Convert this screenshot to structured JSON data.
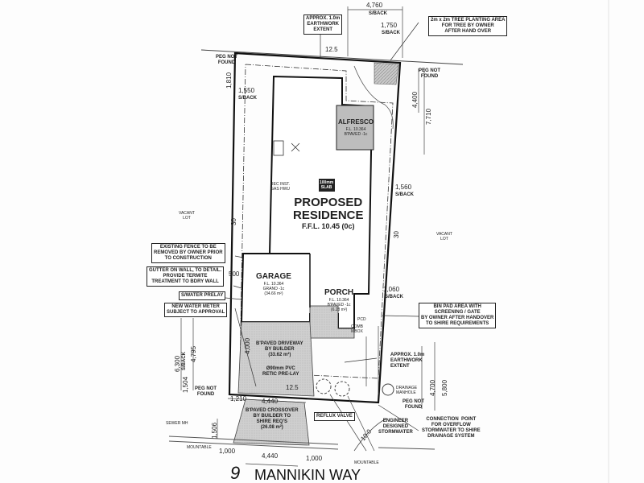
{
  "plan": {
    "street_number": "9",
    "street_name": "MANNIKIN WAY",
    "residence": {
      "title_line1": "PROPOSED",
      "title_line2": "RESIDENCE",
      "ffl": "F.F.L. 10.45 (0c)"
    },
    "slab": {
      "line1": "100mm",
      "line2": "SLAB"
    },
    "hwu": "REC INST.\nGAS HWU",
    "alfresco": {
      "name": "ALFRESCO",
      "fl": "F.L. 10.364",
      "finish": "B'PAVED -1c"
    },
    "garage": {
      "name": "GARAGE",
      "fl": "F.L. 10.364",
      "finish": "GRANO -1c",
      "area": "(34.66 m²)"
    },
    "porch": {
      "name": "PORCH",
      "fl": "F.L. 10.364",
      "finish": "B'PAVED -1c",
      "area": "(6.28 m²)"
    },
    "driveway": "B'PAVED DRIVEWAY\nBY BUILDER\n(33.62 m²)",
    "crossover": "B'PAVED CROSSOVER\nBY BUILDER TO\nSHIRE REQ'S\n(26.08 m²)",
    "pvc": "Ø90mm PVC\nRETIC PRE-LAY",
    "pcd": "PCD",
    "comb_mbox": "COMB\nMBOX",
    "vacant_lot": "VACANT\nLOT",
    "mountable": "MOUNTABLE",
    "sewer_mh": "SEWER MH",
    "drainage": "DRAINAGE\nMANHOLE"
  },
  "callouts": {
    "earthwork_top": "APPROX. 1.0m\nEARTHWORK\nEXTENT",
    "tree": "2m x 2m TREE PLANTING AREA\nFOR TREE BY OWNER\nAFTER HAND OVER",
    "fence": "EXISTING FENCE TO BE\nREMOVED BY OWNER PRIOR\nTO CONSTRUCTION",
    "gutter": "GUTTER ON WALL, TO DETAIL.\nPROVIDE TERMITE\nTREATMENT TO BDRY WALL",
    "swater": "S/WATER PRELAY",
    "water_meter": "NEW WATER METER\nSUBJECT TO APPROVAL",
    "bin_pad": "BIN PAD AREA WITH\nSCREENING / GATE\nBY OWNER AFTER HANDOVER\nTO SHIRE REQUIREMENTS",
    "earthwork_bottom": "APPROX. 1.0m\nEARTHWORK\nEXTENT",
    "reflux": "REFLUX VALVE",
    "engineer": "ENGINEER\nDESIGNED\nSTORMWATER",
    "connection": "CONNECTION  POINT\nFOR OVERFLOW\nSTORMWATER TO SHIRE\nDRAINAGE SYSTEM",
    "peg_tl": "PEG NOT\nFOUND",
    "peg_tr": "PEG NOT\nFOUND",
    "peg_bl": "PEG NOT\nFOUND",
    "peg_br": "PEG NOT\nFOUND"
  },
  "dimensions": {
    "top_setback": "4,760",
    "top_setback2": "1,750",
    "sback": "S/BACK",
    "front_boundary": "12.5",
    "rear_boundary": "12.5",
    "left_boundary": "30",
    "right_boundary": "30",
    "left_1810": "1,810",
    "left_1550": "1,550",
    "right_4400": "4,400",
    "right_7710": "7,710",
    "right_1560": "1,560",
    "right_1060": "1,060",
    "garage_500": "500",
    "front_6300": "6,300",
    "front_4795": "4,795",
    "front_1504": "1,504",
    "front_4700": "4,700",
    "front_5800": "5,800",
    "drive_4000": "4,000",
    "verge_1210": "1,210",
    "verge_4440": "4,440",
    "verge_1506": "1,506",
    "kerb_1000_l": "1,000",
    "kerb_4440": "4,440",
    "kerb_1000_r": "1,000",
    "angle": "10.0"
  }
}
